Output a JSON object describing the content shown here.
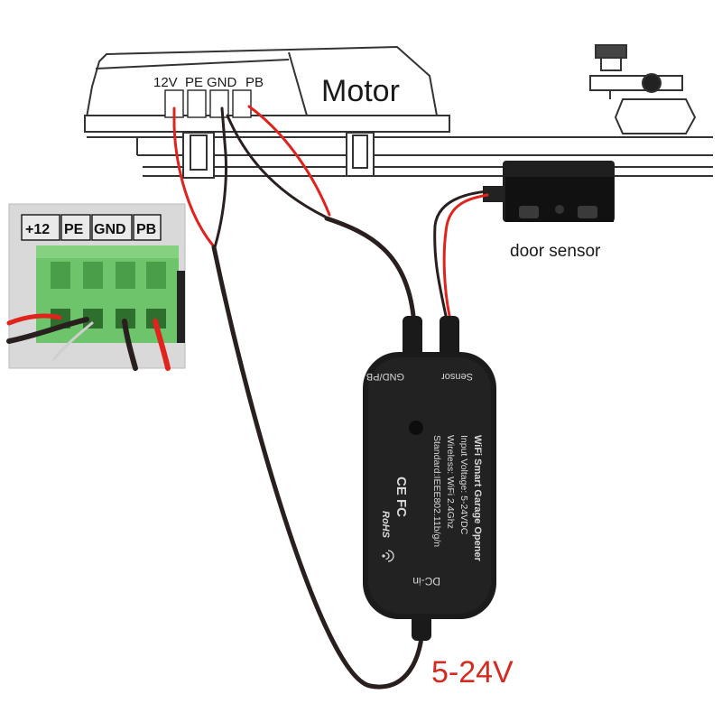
{
  "motor": {
    "title": "Motor",
    "terminal_labels": [
      "12V",
      "PE",
      "GND",
      "PB"
    ]
  },
  "inset_terminal_block": {
    "labels": [
      "+12",
      "PE",
      "GND",
      "PB"
    ]
  },
  "door_sensor": {
    "label": "door sensor"
  },
  "controller": {
    "port_left": "GND/PB",
    "port_right": "Sensor",
    "title": "WiFi Smart Garage Opener",
    "input_voltage": "Input Voltage: 5-24VDC",
    "wireless": "Wireless: WiFi 2.4Ghz",
    "standard": "Standard:IEEE802.11b/g/n",
    "cert_marks": "CE FC",
    "rohs": "RoHS",
    "dc_in": "DC-in",
    "wifi_symbol": "wifi-icon"
  },
  "power_label": "5-24V",
  "colors": {
    "wire_red": "#e0231c",
    "wire_black": "#2a1f1f",
    "power_text": "#d42a1f",
    "terminal_green": "#6dc46b",
    "controller_body": "#1b1b1b"
  }
}
